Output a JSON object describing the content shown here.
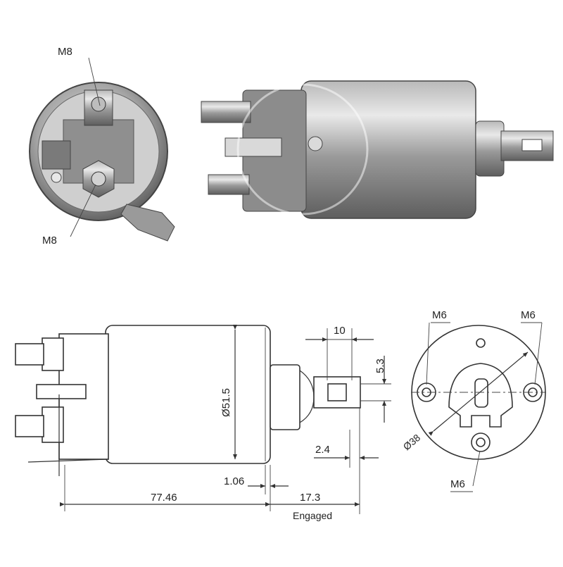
{
  "photo": {
    "end_view": {
      "top_terminal_label": "M8",
      "bottom_terminal_label": "M8"
    },
    "colors": {
      "metal_light": "#d9d9d9",
      "metal_mid": "#a8a8a8",
      "metal_dark": "#6e6e6e"
    }
  },
  "drawing": {
    "side_view": {
      "body_diameter": "Ø51.5",
      "length": "77.46",
      "gap": "1.06",
      "engaged_travel": "17.3",
      "engaged_label": "Engaged",
      "tab_width": "10",
      "tab_hole": "5.3",
      "plunger_offset": "2.4"
    },
    "end_view": {
      "hole_top_left": "M6",
      "hole_top_right": "M6",
      "hole_bottom": "M6",
      "bolt_circle": "Ø38"
    }
  }
}
